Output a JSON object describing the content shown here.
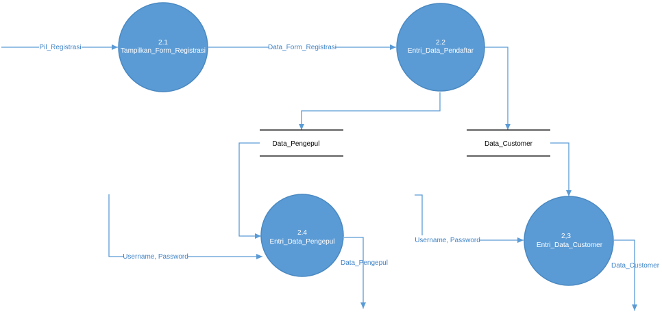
{
  "processes": {
    "p21": {
      "number": "2.1",
      "name": "Tampilkan_Form_Registrasi"
    },
    "p22": {
      "number": "2.2",
      "name": "Entri_Data_Pendaftar"
    },
    "p23": {
      "number": "2,3",
      "name": "Entri_Data_Customer"
    },
    "p24": {
      "number": "2.4",
      "name": "Entri_Data_Pengepul"
    }
  },
  "stores": {
    "pengepul": "Data_Pengepul",
    "customer": "Data_Customer"
  },
  "flows": {
    "pil_registrasi": "Pil_Registrasi",
    "data_form_registrasi": "Data_Form_Registrasi",
    "login_pengepul": "Username, Password",
    "login_customer": "Username, Password",
    "out_pengepul": "Data_Pengepul",
    "out_customer": "Data_Customer"
  },
  "colors": {
    "process_fill": "#5b9bd5",
    "flow_line": "#5b9bd5",
    "flow_text": "#3f83c7",
    "store_line": "#000000"
  }
}
